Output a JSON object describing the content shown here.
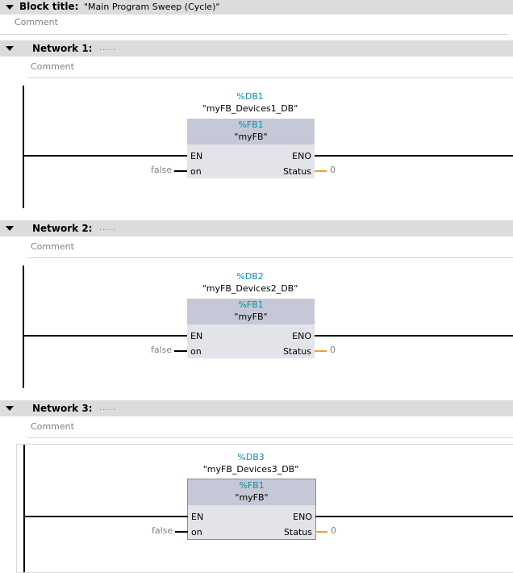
{
  "block": {
    "title_label": "Block title:",
    "title_value": "\"Main Program Sweep (Cycle)\"",
    "comment": "Comment"
  },
  "networks": [
    {
      "title": "Network 1:",
      "dots": ".....",
      "comment": "Comment",
      "db_address": "%DB1",
      "db_name": "\"myFB_Devices1_DB\"",
      "fb_address": "%FB1",
      "fb_name": "\"myFB\"",
      "pin_en": "EN",
      "pin_eno": "ENO",
      "pin_on": "on",
      "pin_status": "Status",
      "on_value": "false",
      "status_value": "0"
    },
    {
      "title": "Network 2:",
      "dots": ".....",
      "comment": "Comment",
      "db_address": "%DB2",
      "db_name": "\"myFB_Devices2_DB\"",
      "fb_address": "%FB1",
      "fb_name": "\"myFB\"",
      "pin_en": "EN",
      "pin_eno": "ENO",
      "pin_on": "on",
      "pin_status": "Status",
      "on_value": "false",
      "status_value": "0"
    },
    {
      "title": "Network 3:",
      "dots": ".....",
      "comment": "Comment",
      "db_address": "%DB3",
      "db_name": "\"myFB_Devices3_DB\"",
      "fb_address": "%FB1",
      "fb_name": "\"myFB\"",
      "pin_en": "EN",
      "pin_eno": "ENO",
      "pin_on": "on",
      "pin_status": "Status",
      "on_value": "false",
      "status_value": "0"
    }
  ],
  "colors": {
    "address": "#0f8fa0",
    "status_wire": "#f0a030",
    "header_bg": "#dcdcdc",
    "fb_header_bg": "#c5c8d6",
    "fb_body_bg": "#e3e3ea"
  }
}
